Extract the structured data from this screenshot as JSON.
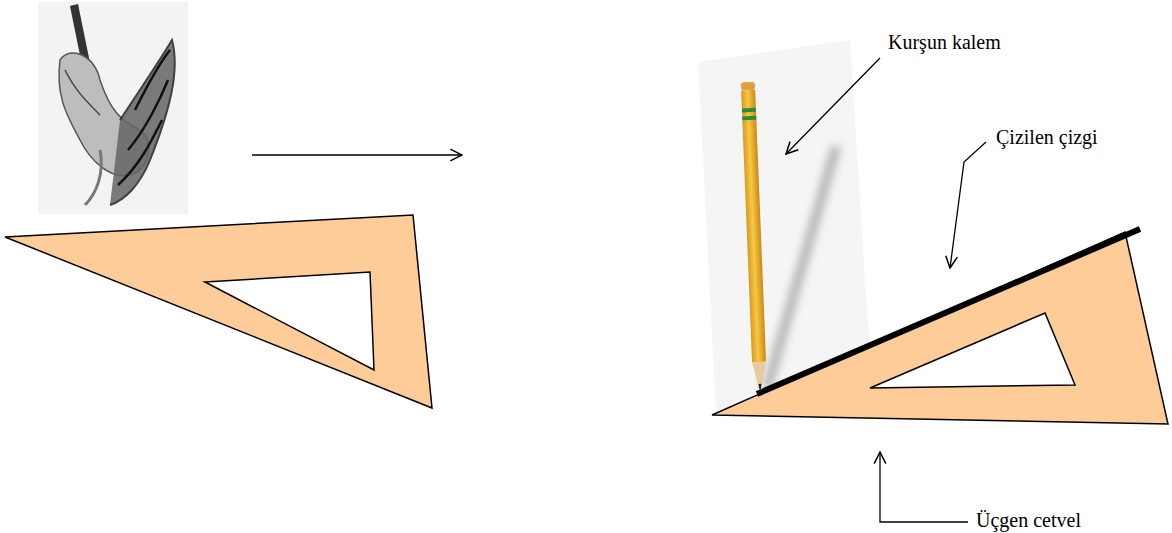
{
  "diagram": {
    "labels": [
      "Kurşun kalem",
      "Çizilen çizgi",
      "Üçgen cetvel"
    ]
  }
}
